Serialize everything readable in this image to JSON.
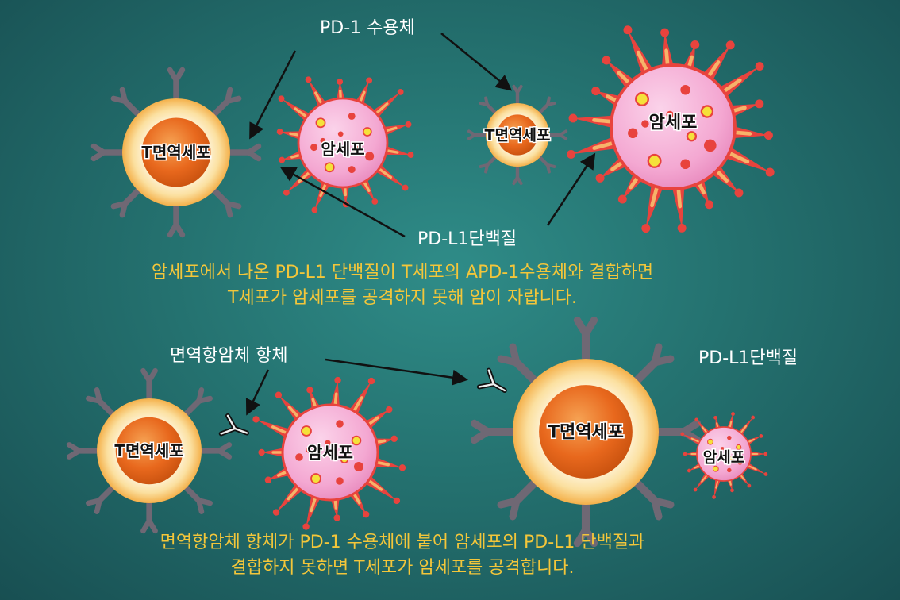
{
  "labels": {
    "pd1_receptor": "PD-1 수용체",
    "pdl1_protein_top": "PD-L1단백질",
    "antibody": "면역항암체 항체",
    "pdl1_protein_bottom": "PD-L1단백질"
  },
  "cells": {
    "t_cell": "T면역세포",
    "cancer_cell": "암세포"
  },
  "captions": {
    "top_line1": "암세포에서 나온 PD-L1  단백질이 T세포의 APD-1수용체와 결합하면",
    "top_line2": "T세포가 암세포를 공격하지 못해 암이 자랍니다.",
    "bottom_line1": "면역항암체 항체가 PD-1 수용체에 붙어 암세포의 PD-L1 단백질과",
    "bottom_line2": "결합하지 못하면 T세포가 암세포를 공격합니다."
  },
  "colors": {
    "text_white": "#ffffff",
    "caption_yellow": "#f3c63a",
    "t_cell_core": "#e8681d",
    "t_cell_glow": "#fbe6b8",
    "receptor_gray": "#6f6874",
    "cancer_body": "#f6b3d6",
    "cancer_spike": "#e8433d",
    "cancer_spike_inner": "#f6b36a"
  }
}
